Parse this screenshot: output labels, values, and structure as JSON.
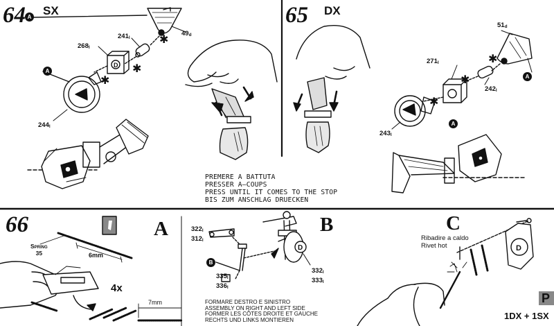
{
  "step64": {
    "number": "64",
    "side": "SX",
    "badges": [
      "A",
      "A"
    ],
    "parts": [
      {
        "num": "268",
        "sfx": "l"
      },
      {
        "num": "241",
        "sfx": "l"
      },
      {
        "num": "49",
        "sfx": "d"
      },
      {
        "num": "244",
        "sfx": "l"
      }
    ]
  },
  "step65": {
    "number": "65",
    "side": "DX",
    "badges": [
      "A",
      "A"
    ],
    "parts": [
      {
        "num": "51",
        "sfx": "d"
      },
      {
        "num": "271",
        "sfx": "l"
      },
      {
        "num": "242",
        "sfx": "l"
      },
      {
        "num": "243",
        "sfx": "l"
      }
    ]
  },
  "press_instruction": [
    "PREMERE A BATTUTA",
    "PRESSER A–COUPS",
    "PRESS UNTIL IT COMES TO THE STOP",
    "BIS ZUM ANSCHLAG DRUECKEN"
  ],
  "step66": {
    "number": "66",
    "sub_a": {
      "letter": "A",
      "spring_label": "Spring",
      "spring_num": "35",
      "length_1": "6mm",
      "length_2": "7mm",
      "qty": "4x"
    },
    "sub_b": {
      "letter": "B",
      "badge": "B",
      "parts": [
        {
          "num": "322",
          "sfx": "l"
        },
        {
          "num": "312",
          "sfx": "l"
        },
        {
          "num": "332",
          "sfx": "l"
        },
        {
          "num": "333",
          "sfx": "l"
        },
        {
          "num": "335",
          "sfx": "l"
        },
        {
          "num": "336",
          "sfx": "l"
        }
      ],
      "instruction": [
        "FORMARE DESTRO E SINISTRO",
        "ASSEMBLY ON RIGHT AND LEFT SIDE",
        "FORMER LES CÔTES DROITE ET GAUCHE",
        "RECHTS UND LINKS MONTIEREN"
      ]
    },
    "sub_c": {
      "letter": "C",
      "rivet_it": "Ribadire a caldo",
      "rivet_en": "Rivet hot"
    }
  },
  "corner": {
    "letter": "P",
    "qty": "1DX + 1SX"
  }
}
